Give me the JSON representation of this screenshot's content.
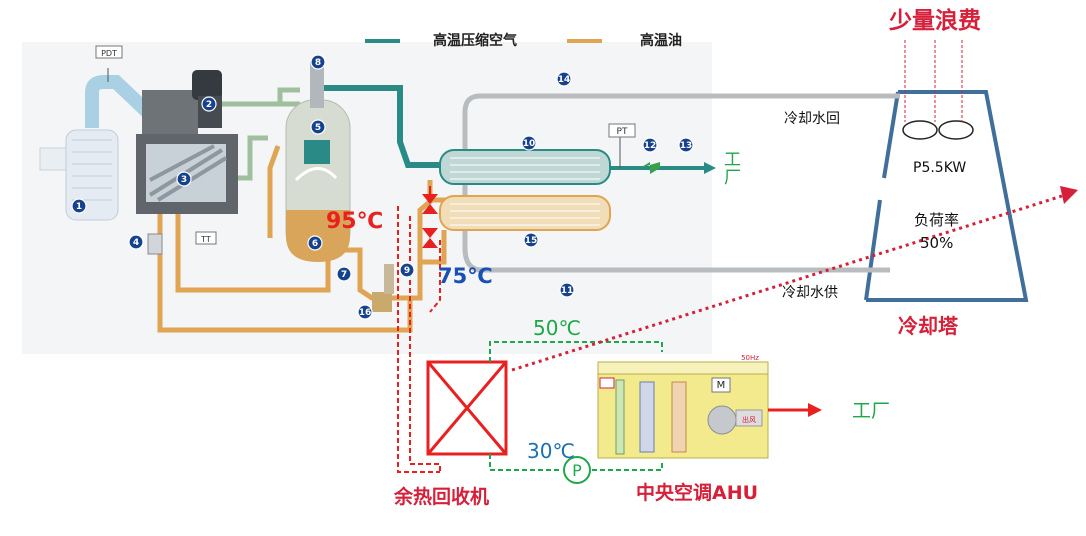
{
  "colors": {
    "air_pipe": "#2a8a86",
    "oil_pipe": "#e0a552",
    "water_pipe": "#b9bcbf",
    "alert_red": "#d6203a",
    "hot_red": "#e8201f",
    "cool_blue": "#1b4fb5",
    "loop_green": "#1ea84a",
    "tower_outline": "#3f6f9a",
    "badge_blue": "#16418c",
    "ahu_yellow": "#f3ea8e"
  },
  "legend": {
    "air_label": "高温压缩空气",
    "oil_label": "高温油"
  },
  "compressor": {
    "pdt_label": "PDT",
    "tt_label": "TT",
    "pt_label": "PT",
    "badges": [
      "1",
      "2",
      "3",
      "4",
      "5",
      "6",
      "7",
      "8",
      "9",
      "10",
      "11",
      "12",
      "13",
      "14",
      "15",
      "16"
    ],
    "factory_outlet": "工\n厂"
  },
  "temperatures": {
    "oil_hot": "95℃",
    "oil_return": "75℃",
    "water_hot": "50℃",
    "water_cold": "30℃"
  },
  "cooling_tower": {
    "title": "少量浪费",
    "return_label": "冷却水回",
    "supply_label": "冷却水供",
    "fan_power": "P5.5KW",
    "load_label": "负荷率",
    "load_value": "50%",
    "name": "冷却塔"
  },
  "heat_recovery": {
    "name": "余热回收机",
    "pump_label": "P"
  },
  "ahu": {
    "name": "中央空调AHU",
    "factory_label": "工厂",
    "motor_label": "M",
    "freq_label": "50Hz",
    "outlet_label": "出风"
  }
}
